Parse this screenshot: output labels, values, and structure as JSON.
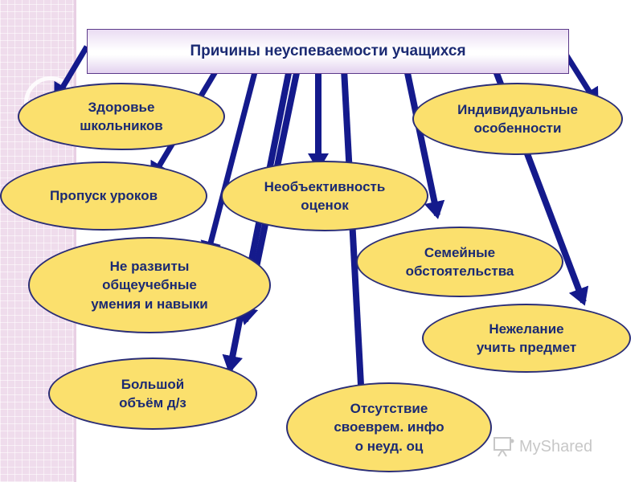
{
  "title": "Причины неуспеваемости учащихся",
  "causes": [
    {
      "id": "health",
      "label": "Здоровье\nшкольников"
    },
    {
      "id": "skipping",
      "label": "Пропуск уроков"
    },
    {
      "id": "skills",
      "label": "Не развиты\nобщеучебные\nумения и навыки"
    },
    {
      "id": "homework",
      "label": "Большой\nобъём д/з"
    },
    {
      "id": "grading",
      "label": "Необъективность\nоценок"
    },
    {
      "id": "info",
      "label": "Отсутствие\nсвоеврем. инфо\nо неуд. оц"
    },
    {
      "id": "family",
      "label": "Семейные\nобстоятельства"
    },
    {
      "id": "individual",
      "label": "Индивидуальные\nособенности"
    },
    {
      "id": "unwillingness",
      "label": "Нежелание\nучить предмет"
    }
  ],
  "watermark": {
    "text": "MyShared",
    "icon": "presentation-board-icon"
  },
  "colors": {
    "node_fill": "#fbe06d",
    "node_border": "#2b2e77",
    "arrow": "#141a8c",
    "text": "#1b2a73",
    "title_border": "#5c3a8a"
  }
}
